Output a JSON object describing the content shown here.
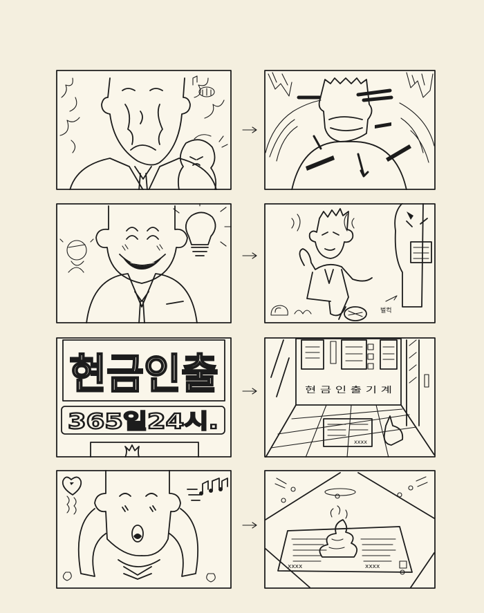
{
  "storyboard": {
    "panel_5": {
      "sign_title": "현금인출",
      "sign_hours": "365일24시."
    },
    "panel_6": {
      "machine_label": "현 금 인 출 기 계",
      "slip_code": "xxxx"
    },
    "panel_4": {
      "sound_effect": "벌컥"
    },
    "panel_8": {
      "slip_code_left": "xxxx",
      "slip_code_right": "xxxx"
    }
  }
}
